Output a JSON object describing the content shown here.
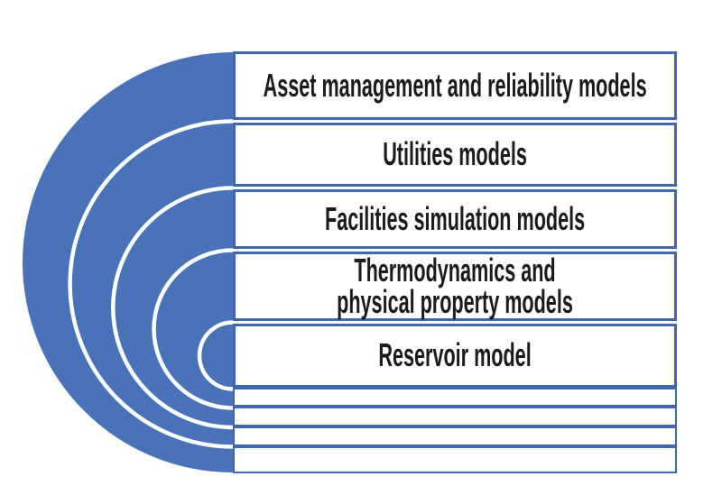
{
  "diagram": {
    "type": "nested-semicircle-layer-diagram",
    "layers": [
      {
        "label": "Asset management and reliability models"
      },
      {
        "label": "Utilities models"
      },
      {
        "label": "Facilities simulation models"
      },
      {
        "label": "Thermodynamics and physical property models"
      },
      {
        "label": "Reservoir model"
      }
    ],
    "colors": {
      "fill": "#4a72b8",
      "border": "#3f68ae",
      "text": "#1b1b1b",
      "background": "#ffffff"
    }
  }
}
